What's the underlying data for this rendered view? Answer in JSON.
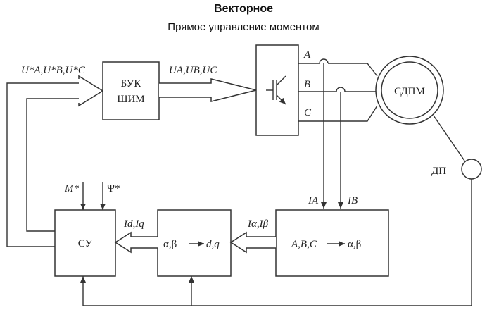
{
  "header": {
    "title": "Векторное",
    "subtitle": "Прямое управление моментом"
  },
  "blocks": {
    "buk_line1": "БУК",
    "buk_line2": "ШИМ",
    "motor": "СДПМ",
    "sensor": "ДП",
    "su": "СУ",
    "ab_to_dq_left": "α,β",
    "ab_to_dq_right": "d,q",
    "abc_to_ab_left": "A,B,C",
    "abc_to_ab_right": "α,β"
  },
  "signals": {
    "u_ref": "U*A,U*B,U*C",
    "u_out": "UA,UB,UC",
    "phase_a": "A",
    "phase_b": "B",
    "phase_c": "C",
    "i_a": "IA",
    "i_b": "IB",
    "m_ref": "M*",
    "psi_ref": "Ψ*",
    "i_dq": "Id,Iq",
    "i_ab": "Iα,Iβ"
  }
}
